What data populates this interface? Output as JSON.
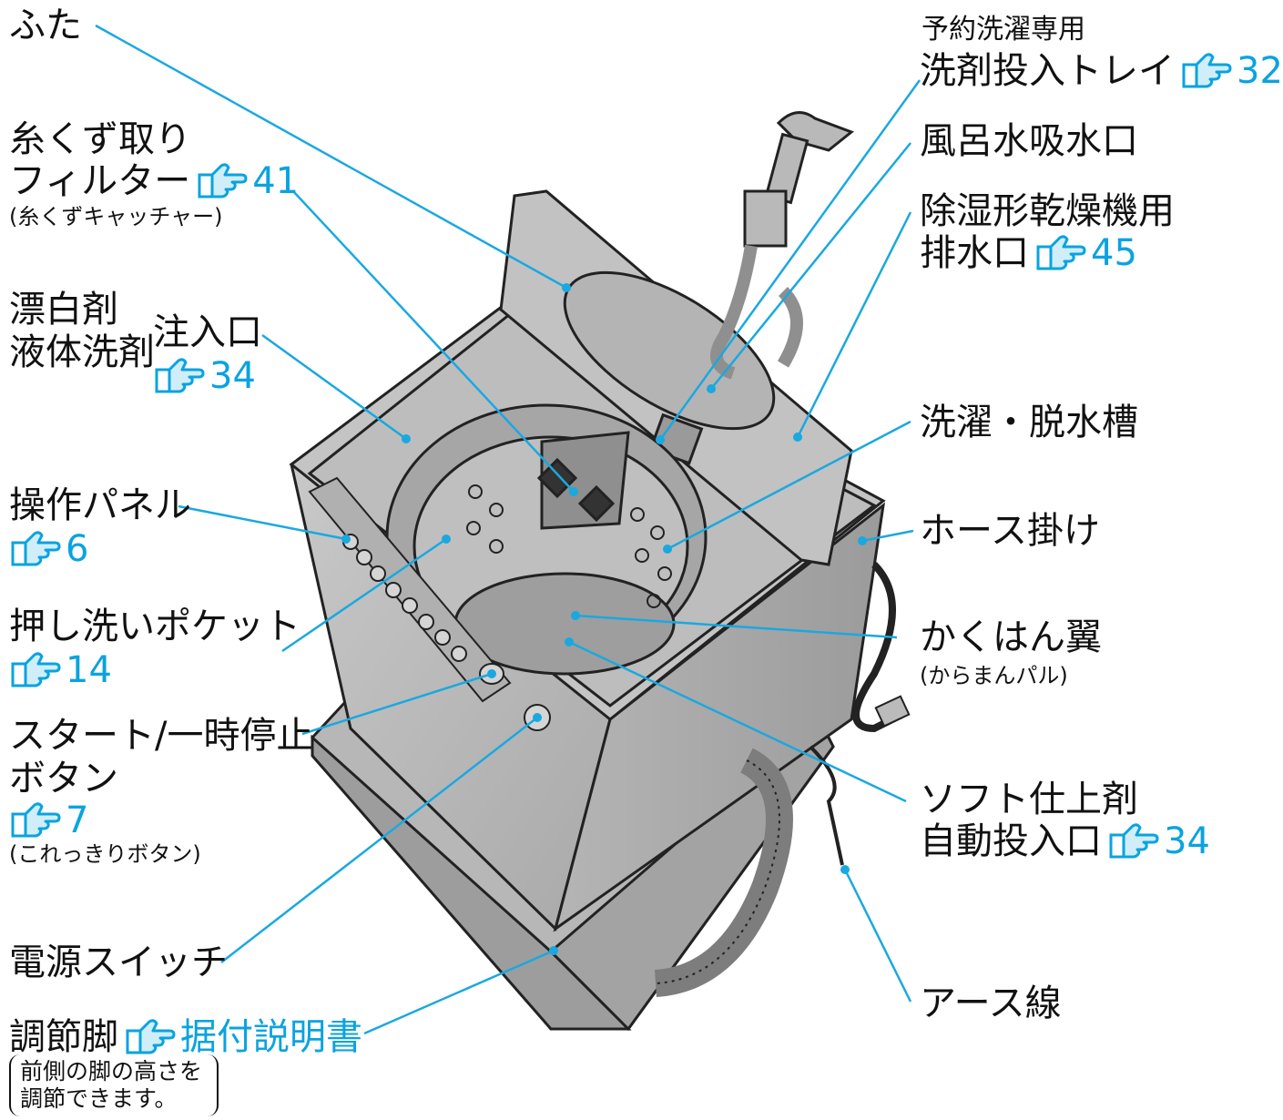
{
  "colors": {
    "accent": "#0aa3e0",
    "text": "#111111",
    "line": "#1aa8e0"
  },
  "labels": {
    "futa": "ふた",
    "lint_filter_line1": "糸くず取り",
    "lint_filter_line2": "フィルター",
    "lint_filter_ref": "41",
    "lint_filter_note": "(糸くずキャッチャー)",
    "bleach_line1": "漂白剤",
    "bleach_line2": "液体洗剤",
    "inlet": "注入口",
    "inlet_ref": "34",
    "panel": "操作パネル",
    "panel_ref": "6",
    "pocket": "押し洗いポケット",
    "pocket_ref": "14",
    "start_line1": "スタート/一時停止",
    "start_line2": "ボタン",
    "start_ref": "7",
    "start_note": "(これっきりボタン)",
    "power": "電源スイッチ",
    "feet": "調節脚",
    "feet_ref": "据付説明書",
    "feet_note_line1": "前側の脚の高さを",
    "feet_note_line2": "調節できます。",
    "tray_line1": "予約洗濯専用",
    "tray_line2": "洗剤投入トレイ",
    "tray_ref": "32",
    "bath_inlet": "風呂水吸水口",
    "drain_line1": "除湿形乾燥機用",
    "drain_line2": "排水口",
    "drain_ref": "45",
    "tub": "洗濯・脱水槽",
    "hose_hook": "ホース掛け",
    "agitator": "かくはん翼",
    "agitator_note": "(からまんパル)",
    "softener_line1": "ソフト仕上剤",
    "softener_line2": "自動投入口",
    "softener_ref": "34",
    "earth": "アース線"
  },
  "icons": {
    "reference": "pointing-hand-icon"
  }
}
